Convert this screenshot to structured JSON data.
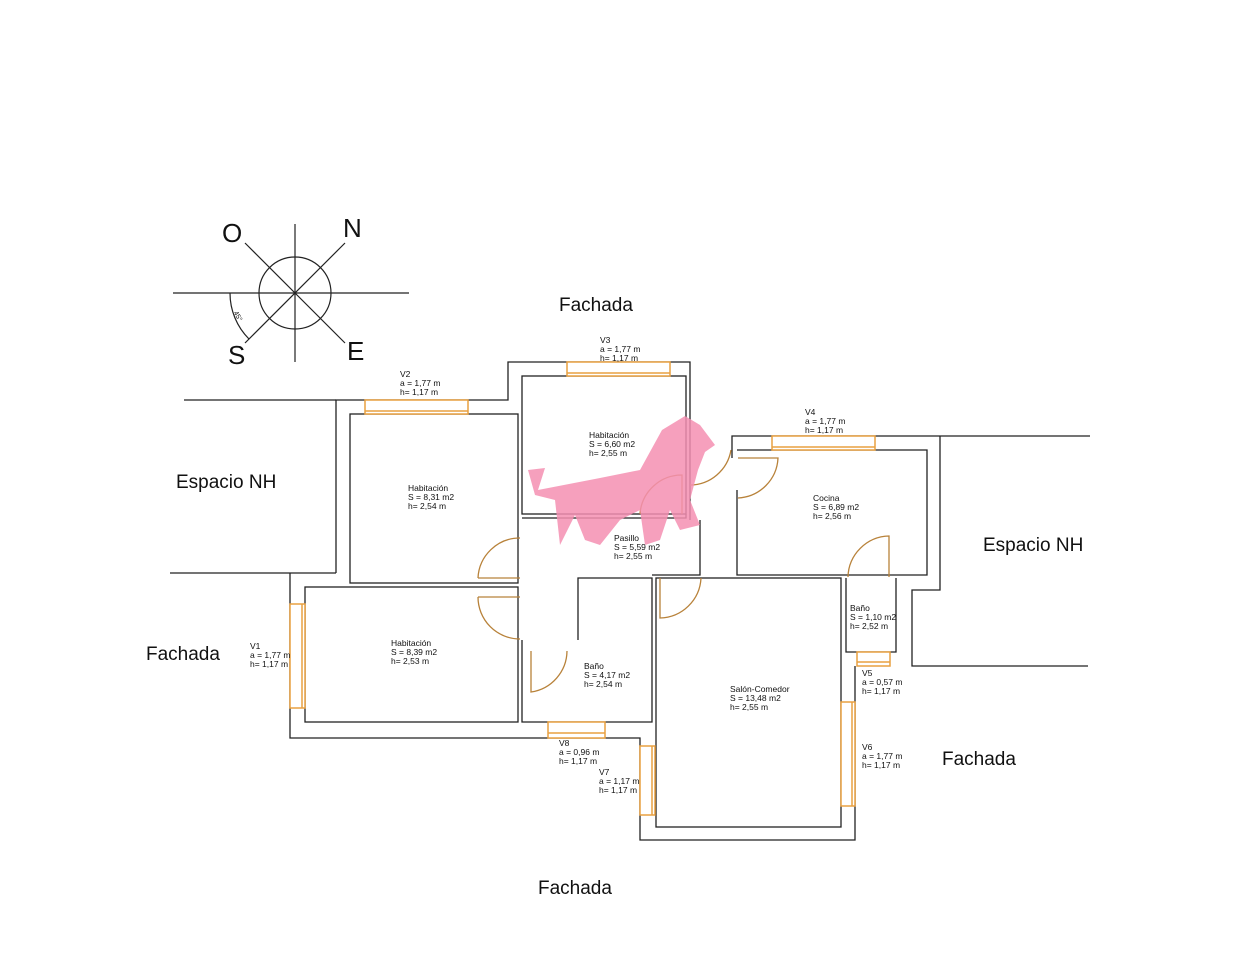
{
  "compass": {
    "north": "N",
    "south": "S",
    "east": "E",
    "west": "O",
    "angle": "45°"
  },
  "facades": {
    "top": "Fachada",
    "left": "Fachada",
    "right": "Fachada",
    "bottom": "Fachada"
  },
  "neighbours": {
    "left": "Espacio NH",
    "right": "Espacio NH"
  },
  "rooms": [
    {
      "name": "Habitación",
      "area": "S = 8,31 m2",
      "height": "h= 2,54 m"
    },
    {
      "name": "Habitación",
      "area": "S = 6,60 m2",
      "height": "h= 2,55 m"
    },
    {
      "name": "Pasillo",
      "area": "S = 5,59 m2",
      "height": "h= 2,55 m"
    },
    {
      "name": "Cocina",
      "area": "S = 6,89 m2",
      "height": "h= 2,56 m"
    },
    {
      "name": "Habitación",
      "area": "S = 8,39 m2",
      "height": "h= 2,53 m"
    },
    {
      "name": "Baño",
      "area": "S = 4,17 m2",
      "height": "h= 2,54 m"
    },
    {
      "name": "Baño",
      "area": "S = 1,10 m2",
      "height": "h= 2,52 m"
    },
    {
      "name": "Salón-Comedor",
      "area": "S = 13,48 m2",
      "height": "h= 2,55 m"
    }
  ],
  "windows": [
    {
      "id": "V1",
      "width": "a = 1,77 m",
      "height": "h= 1,17 m"
    },
    {
      "id": "V2",
      "width": "a = 1,77 m",
      "height": "h= 1,17 m"
    },
    {
      "id": "V3",
      "width": "a = 1,77 m",
      "height": "h= 1,17 m"
    },
    {
      "id": "V4",
      "width": "a = 1,77 m",
      "height": "h= 1,17 m"
    },
    {
      "id": "V5",
      "width": "a = 0,57 m",
      "height": "h= 1,17 m"
    },
    {
      "id": "V6",
      "width": "a = 1,77 m",
      "height": "h= 1,17 m"
    },
    {
      "id": "V7",
      "width": "a = 1,17 m",
      "height": "h= 1,17 m"
    },
    {
      "id": "V8",
      "width": "a = 0,96 m",
      "height": "h= 1,17 m"
    }
  ],
  "colors": {
    "wall": "#222222",
    "window": "#e8a040",
    "door": "#b8823a",
    "watermark": "#f48fb1"
  }
}
